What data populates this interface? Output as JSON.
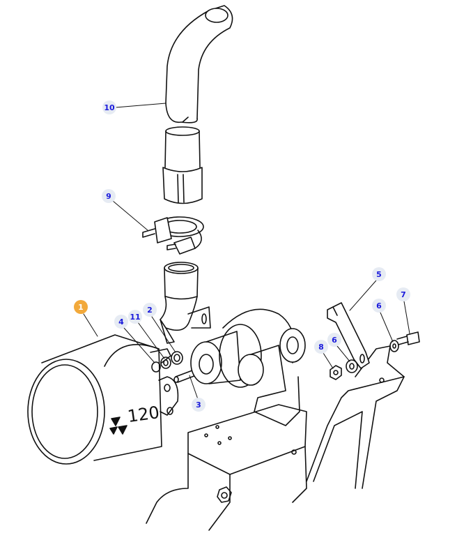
{
  "diagram": {
    "logo_text": "120",
    "callouts": [
      {
        "id": "10",
        "label": "10",
        "selected": false
      },
      {
        "id": "9",
        "label": "9",
        "selected": false
      },
      {
        "id": "1",
        "label": "1",
        "selected": true
      },
      {
        "id": "4",
        "label": "4",
        "selected": false
      },
      {
        "id": "11",
        "label": "11",
        "selected": false
      },
      {
        "id": "2",
        "label": "2",
        "selected": false
      },
      {
        "id": "3",
        "label": "3",
        "selected": false
      },
      {
        "id": "5",
        "label": "5",
        "selected": false
      },
      {
        "id": "6a",
        "label": "6",
        "selected": false
      },
      {
        "id": "7",
        "label": "7",
        "selected": false
      },
      {
        "id": "8",
        "label": "8",
        "selected": false
      },
      {
        "id": "6b",
        "label": "6",
        "selected": false
      }
    ],
    "colors": {
      "callout_bg": "#e6ebf3",
      "callout_text": "#1a1adc",
      "selected_bg": "#f2a93b"
    }
  }
}
